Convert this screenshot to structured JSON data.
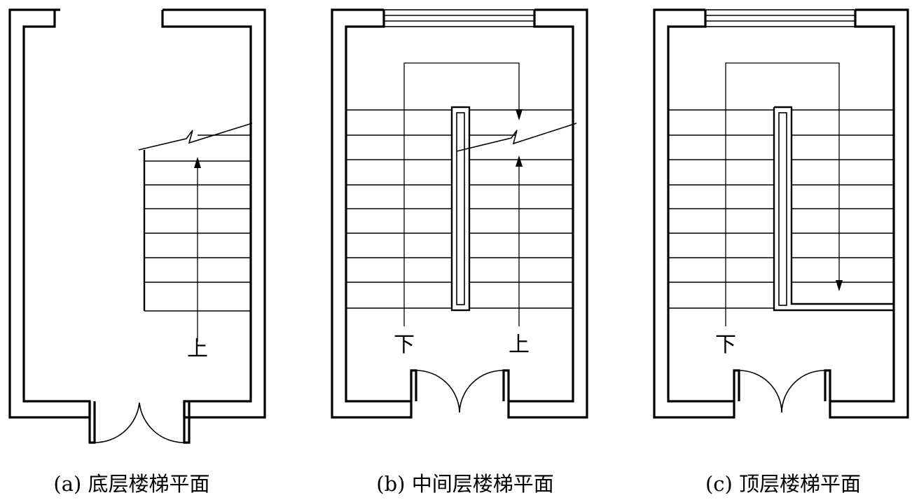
{
  "panels": [
    {
      "caption": "(a) 底层楼梯平面",
      "labels": {
        "up": "上"
      }
    },
    {
      "caption": "(b) 中间层楼梯平面",
      "labels": {
        "down": "下",
        "up": "上"
      }
    },
    {
      "caption": "(c) 顶层楼梯平面",
      "labels": {
        "down": "下"
      }
    }
  ]
}
